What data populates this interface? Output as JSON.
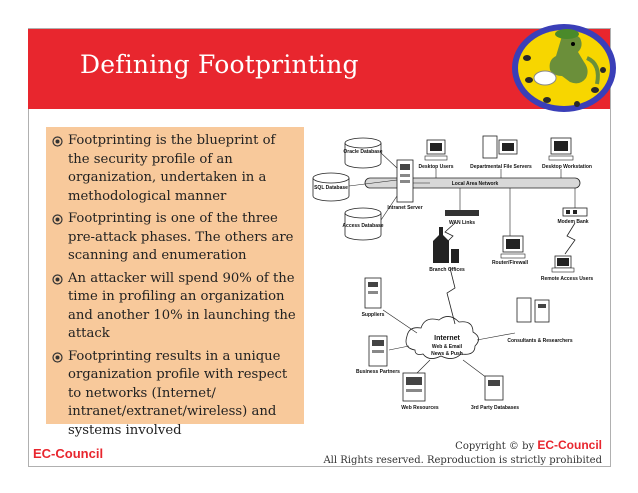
{
  "slide": {
    "title": "Defining Footprinting"
  },
  "bullets": [
    "Footprinting is the blueprint of the security profile of an organization, undertaken in a methodological manner",
    "Footprinting is one of the three pre-attack phases. The others are scanning and enumeration",
    "An attacker will spend 90% of the time in profiling an organization and another 10%  in launching the attack",
    "Footprinting results in a unique organization profile with respect to networks (Internet/ intranet/extranet/wireless) and systems involved"
  ],
  "diagram": {
    "oracle_db": "Oracle Database",
    "sql_db": "SQL Database",
    "access_db": "Access Database",
    "intranet_server": "Intranet Server",
    "desktop_users": "Desktop Users",
    "file_servers": "Departmental File Servers",
    "workstation": "Desktop Workstation",
    "lan": "Local Area Network",
    "wan_links": "WAN Links",
    "modem_bank": "Modem Bank",
    "branch_offices": "Branch Offices",
    "router": "Router/Firewall",
    "remote_users": "Remote Access Users",
    "suppliers": "Suppliers",
    "internet_title": "Internet",
    "internet_line1": "Web & Email",
    "internet_line2": "News & Push",
    "business_partners": "Business Partners",
    "consultants": "Consultants & Researchers",
    "web_resources": "Web Resources",
    "third_party_db": "3rd Party Databases"
  },
  "footer": {
    "brand_left": "EC-Council",
    "copyright_prefix": "Copyright © by ",
    "copyright_brand": "EC-Council",
    "rights": "All Rights reserved. Reproduction is strictly prohibited"
  },
  "colors": {
    "header_red": "#e8262e",
    "bullet_panel": "#f8c99b",
    "brand_red": "#e8262e"
  }
}
